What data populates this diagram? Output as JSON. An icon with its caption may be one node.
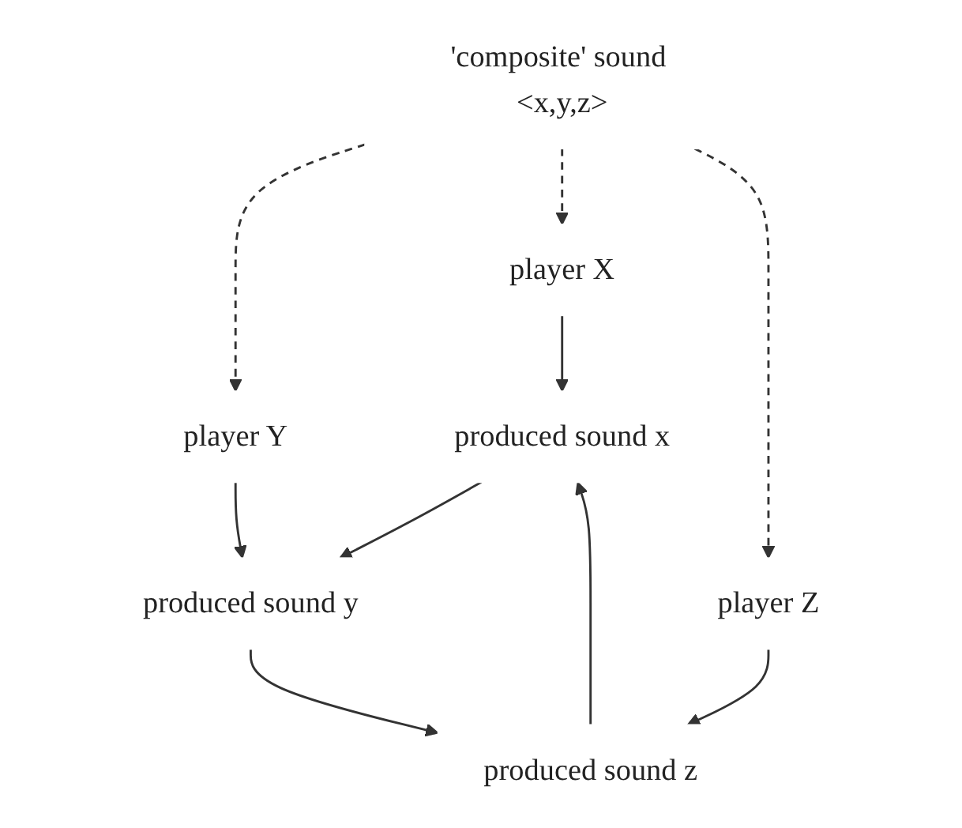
{
  "diagram": {
    "nodes": [
      {
        "text": [
          "player X"
        ]
      },
      {
        "text": [
          "produced sound x"
        ]
      },
      {
        "text": [
          "'composite' sound <x,y,z>"
        ]
      },
      {
        "text": [
          "player Y"
        ]
      },
      {
        "text": [
          "produced sound y"
        ]
      },
      {
        "text": [
          "produced sound z"
        ]
      },
      {
        "text": [
          "player Z"
        ]
      }
    ],
    "edges": [
      {
        "from": 0,
        "to": 1,
        "arrow": "to"
      },
      {
        "from": 1,
        "to": 4,
        "arrow": "to"
      },
      {
        "from": 2,
        "to": 3,
        "arrow": "to",
        "style": "dashed"
      },
      {
        "from": 3,
        "to": 4,
        "arrow": "to"
      },
      {
        "from": 2,
        "to": 0,
        "arrow": "to",
        "style": "dashed"
      },
      {
        "from": 5,
        "to": 1,
        "arrow": "to"
      },
      {
        "from": 4,
        "to": 5,
        "arrow": "to"
      },
      {
        "from": 2,
        "to": 6,
        "arrow": "to",
        "style": "dashed"
      },
      {
        "from": 6,
        "to": 5,
        "arrow": "to"
      }
    ]
  }
}
